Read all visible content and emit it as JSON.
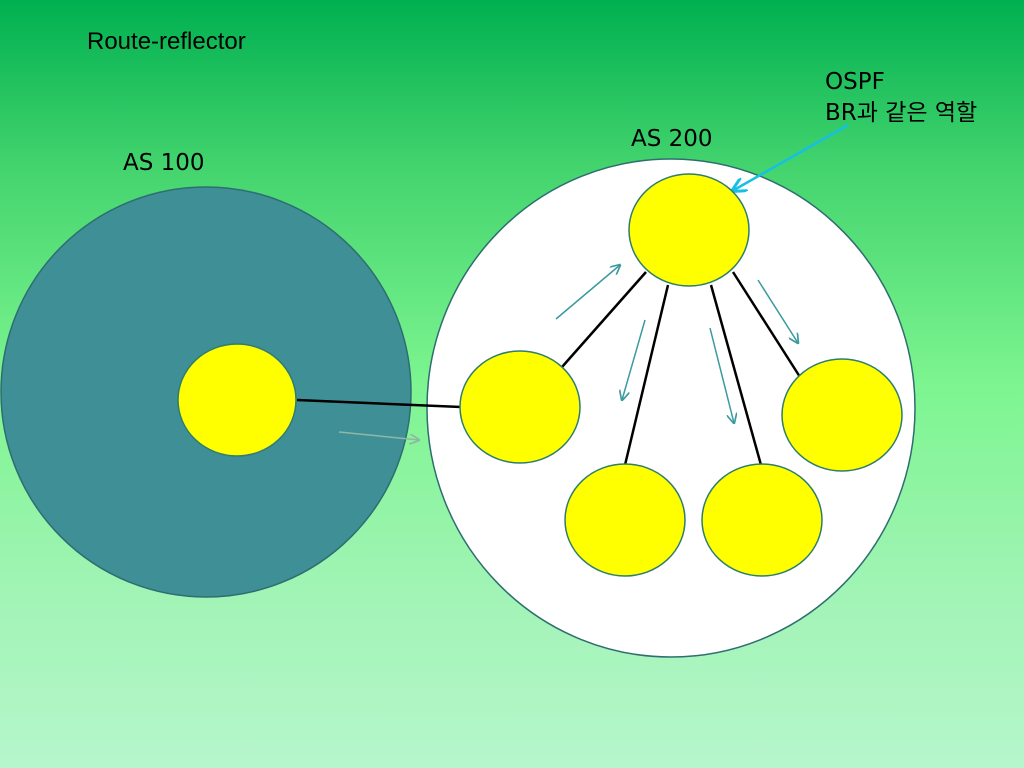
{
  "slide": {
    "title": "Route-reflector"
  },
  "as100": {
    "label": "AS 100",
    "fill_color": "#3f8f97"
  },
  "as200": {
    "label": "AS 200",
    "fill_color": "#ffffff"
  },
  "callout": {
    "line1": "OSPF",
    "line2": "BR과 같은 역할",
    "arrow_color": "#17bfe6"
  },
  "colors": {
    "router_fill": "#ffff00",
    "router_stroke": "#2e7d6e",
    "link": "#000000",
    "flow_arrow": "#3a9aa0"
  }
}
